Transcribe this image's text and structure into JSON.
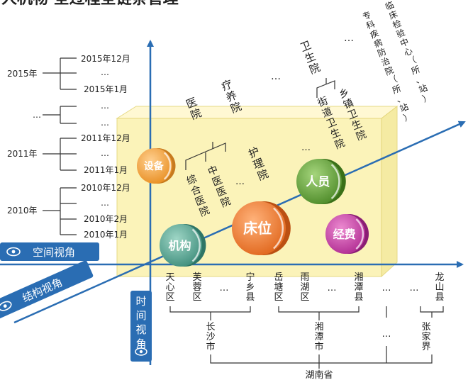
{
  "top_clip": "人机物   全过程全链条管理",
  "time_axis": {
    "label": "时间视角",
    "years": [
      {
        "year": "2015年",
        "months": [
          "2015年12月",
          "…",
          "2015年1月"
        ]
      },
      {
        "year": "…",
        "months": [
          "…",
          "…"
        ]
      },
      {
        "year": "2011年",
        "months": [
          "2011年12月",
          "…",
          "2011年1月"
        ]
      },
      {
        "year": "2010年",
        "months": [
          "2010年12月",
          "…",
          "2010年2月",
          "2010年1月"
        ]
      }
    ]
  },
  "space_axis": {
    "label": "空间视角",
    "province": "湖南省",
    "cities": [
      {
        "name": "长沙市",
        "districts": [
          "天心区",
          "芙蓉区",
          "…",
          "宁乡县"
        ]
      },
      {
        "name": "湘潭市",
        "districts": [
          "岳塘区",
          "雨湖区",
          "…",
          "湘潭县"
        ]
      },
      {
        "name": "…",
        "districts": [
          "…",
          "…"
        ]
      },
      {
        "name": "张家界",
        "districts": [
          "龙山县"
        ]
      }
    ]
  },
  "structure_axis": {
    "label": "结构视角",
    "categories": [
      {
        "name": "医院",
        "children": [
          "综合医院",
          "中医医院",
          "…"
        ]
      },
      {
        "name": "疗养院",
        "children": []
      },
      {
        "name": "…",
        "children": []
      },
      {
        "name": "卫生院",
        "children": [
          "街道卫生院",
          "乡镇卫生院"
        ]
      },
      {
        "name": "…",
        "children": []
      },
      {
        "name": "专科疾病防治院（所、站）",
        "children": []
      },
      {
        "name": "临床检验中心（所、站）",
        "children": []
      }
    ],
    "extra": [
      "护理院",
      "…"
    ]
  },
  "spheres": [
    {
      "label": "设备",
      "color": "#f0a040",
      "shade": "#c77a1e"
    },
    {
      "label": "机构",
      "color": "#5aa593",
      "shade": "#2e7566"
    },
    {
      "label": "床位",
      "color": "#ee7a2c",
      "shade": "#bb5012"
    },
    {
      "label": "人员",
      "color": "#5c9a34",
      "shade": "#3a7018"
    },
    {
      "label": "经费",
      "color": "#c040a0",
      "shade": "#8a1e74"
    }
  ],
  "colors": {
    "axis_blue": "#2a6db3",
    "box_fill": "#fbf3b4"
  }
}
